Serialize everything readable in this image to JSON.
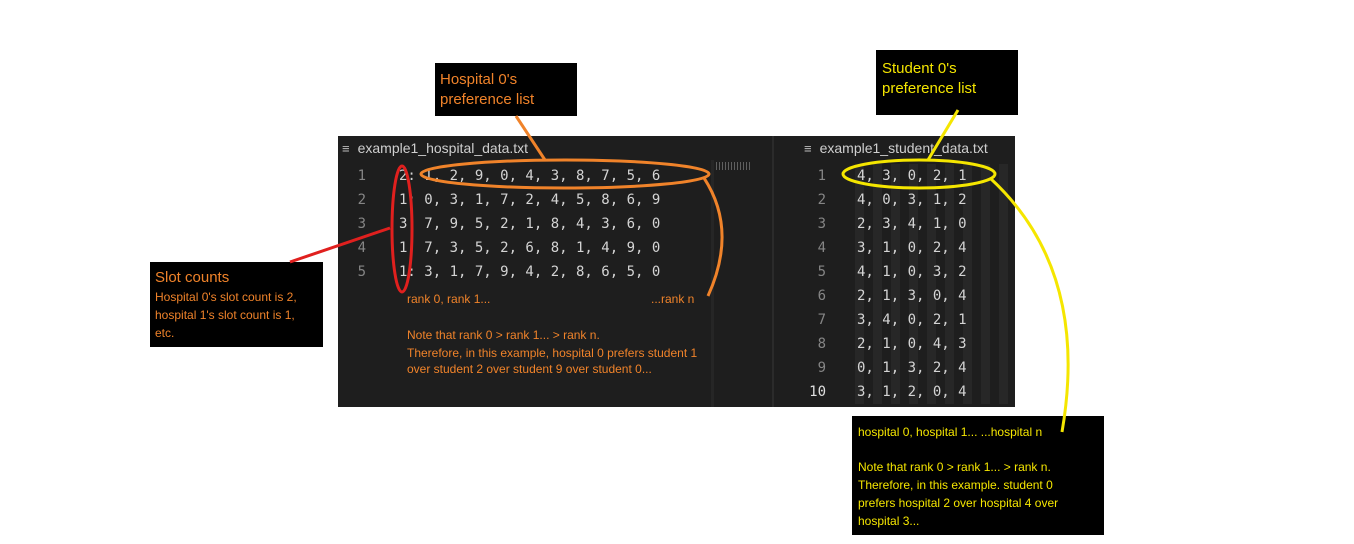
{
  "hospital_editor": {
    "tab_label": "example1_hospital_data.txt",
    "lines": [
      {
        "num": "1",
        "text": "2: 1, 2, 9, 0, 4, 3, 8, 7, 5, 6"
      },
      {
        "num": "2",
        "text": "1: 0, 3, 1, 7, 2, 4, 5, 8, 6, 9"
      },
      {
        "num": "3",
        "text": "3: 7, 9, 5, 2, 1, 8, 4, 3, 6, 0"
      },
      {
        "num": "4",
        "text": "1: 7, 3, 5, 2, 6, 8, 1, 4, 9, 0"
      },
      {
        "num": "5",
        "text": "1: 3, 1, 7, 9, 4, 2, 8, 6, 5, 0"
      }
    ],
    "rank_start": "rank 0, rank 1...",
    "rank_end": "...rank n",
    "note_line1": "Note that rank 0 > rank 1... > rank n.",
    "note_line2": "Therefore, in this example, hospital 0 prefers student 1",
    "note_line3": "over student 2 over student 9 over student 0..."
  },
  "student_editor": {
    "tab_label": "example1_student_data.txt",
    "lines": [
      {
        "num": "1",
        "text": "4, 3, 0, 2, 1"
      },
      {
        "num": "2",
        "text": "4, 0, 3, 1, 2"
      },
      {
        "num": "3",
        "text": "2, 3, 4, 1, 0"
      },
      {
        "num": "4",
        "text": "3, 1, 0, 2, 4"
      },
      {
        "num": "5",
        "text": "4, 1, 0, 3, 2"
      },
      {
        "num": "6",
        "text": "2, 1, 3, 0, 4"
      },
      {
        "num": "7",
        "text": "3, 4, 0, 2, 1"
      },
      {
        "num": "8",
        "text": "2, 1, 0, 4, 3"
      },
      {
        "num": "9",
        "text": "0, 1, 3, 2, 4"
      },
      {
        "num": "10",
        "text": "3, 1, 2, 0, 4"
      }
    ]
  },
  "callouts": {
    "hospital_pref": {
      "line1": "Hospital 0's",
      "line2": "preference list"
    },
    "student_pref": {
      "line1": "Student 0's",
      "line2": "preference list"
    },
    "slot_counts": {
      "title": "Slot counts",
      "line1": "Hospital 0's slot count is 2,",
      "line2": "hospital 1's slot count is 1,",
      "line3": "etc."
    },
    "student_note": {
      "header": "hospital 0, hospital 1... ...hospital n",
      "line1": "Note that rank 0 > rank 1... > rank n.",
      "line2": "Therefore, in this example. student 0",
      "line3": "prefers hospital 2 over hospital 4 over",
      "line4": "hospital 3..."
    }
  },
  "colors": {
    "orange": "#f0832a",
    "yellow": "#f5e600",
    "red": "#e0201e",
    "editor_bg": "#1e1e1e"
  },
  "icons": {
    "file_tab": "file-lines-icon"
  }
}
